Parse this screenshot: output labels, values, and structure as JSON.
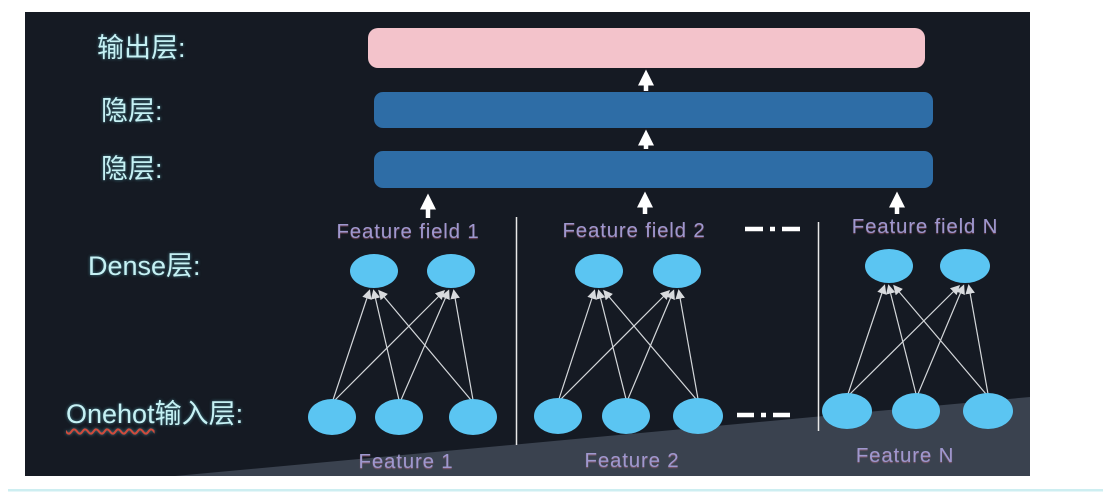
{
  "colors": {
    "canvas_bg": "#ffffff",
    "panel_bg": "#151a23",
    "wedge": "#3a424f",
    "output_bar": "#f3c3cb",
    "hidden_bar": "#2e6da6",
    "node_fill": "#5bc5f2",
    "label_cyan": "#c6f1f4",
    "feature_label": "#9e98cf",
    "arrow_white": "#ffffff",
    "connector": "#d4d7da",
    "divider": "#e8e8e8",
    "spellcheck_red": "#cf4b3c",
    "bottom_rule": "#cdeef1"
  },
  "layer_labels": {
    "output": "输出层:",
    "hidden1": "隐层:",
    "hidden2": "隐层:",
    "dense": "Dense层:",
    "onehot_prefix": "Onehot",
    "onehot_suffix": "输入层:"
  },
  "feature_fields": {
    "f1": "Feature field 1",
    "f2": "Feature field 2",
    "fn": "Feature field N"
  },
  "features": {
    "f1": "Feature 1",
    "f2": "Feature 2",
    "fn": "Feature N"
  }
}
